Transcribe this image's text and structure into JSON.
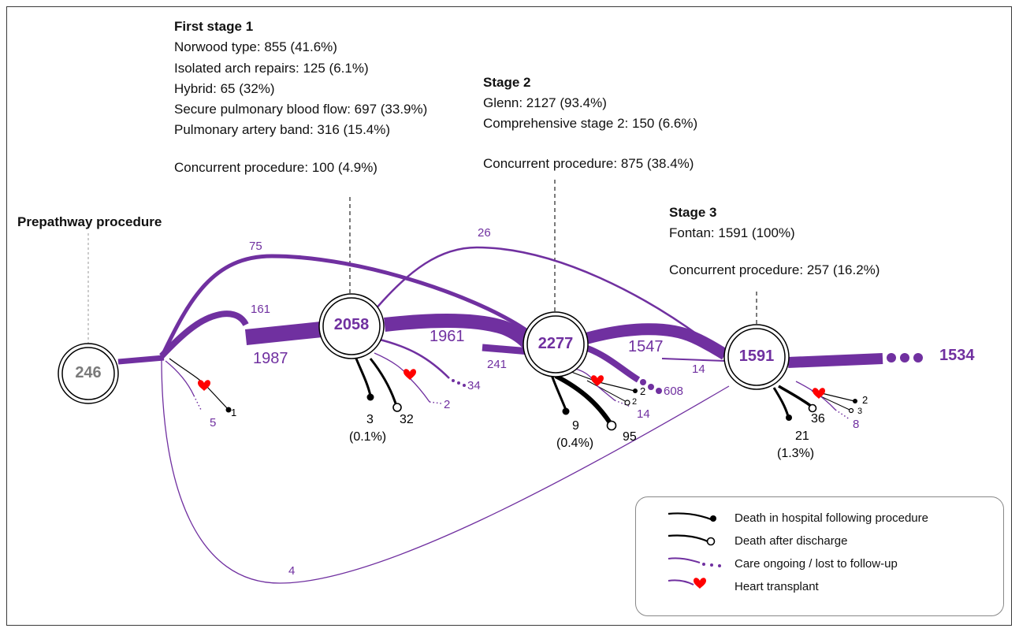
{
  "prepathway": {
    "title": "Prepathway procedure",
    "node_value": "246"
  },
  "stage1": {
    "title": "First stage 1",
    "lines": [
      "Norwood type: 855 (41.6%)",
      "Isolated arch repairs: 125 (6.1%)",
      "Hybrid: 65 (32%)",
      "Secure pulmonary blood flow: 697 (33.9%)",
      "Pulmonary artery band: 316 (15.4%)"
    ],
    "concurrent": "Concurrent procedure: 100 (4.9%)",
    "node_value": "2058"
  },
  "stage2": {
    "title": "Stage 2",
    "lines": [
      "Glenn: 2127 (93.4%)",
      "Comprehensive stage 2: 150 (6.6%)"
    ],
    "concurrent": "Concurrent procedure: 875 (38.4%)",
    "node_value": "2277"
  },
  "stage3": {
    "title": "Stage 3",
    "lines": [
      "Fontan: 1591 (100%)"
    ],
    "concurrent": "Concurrent procedure: 257 (16.2%)",
    "node_value": "1591"
  },
  "flows": {
    "f75": "75",
    "f26": "26",
    "f161": "161",
    "f1987": "1987",
    "f1961": "1961",
    "f241": "241",
    "f1547": "1547",
    "f14": "14",
    "f1534": "1534",
    "f4": "4",
    "f608": "608",
    "f34": "34"
  },
  "outcomes": {
    "pre": {
      "ongoing": "5",
      "death_after": "1"
    },
    "s1": {
      "death_hosp": "3",
      "death_hosp_pct": "(0.1%)",
      "death_after": "32",
      "ongoing": "2"
    },
    "s2": {
      "death_hosp": "9",
      "death_hosp_pct": "(0.4%)",
      "death_after": "95",
      "d2a": "2",
      "d2b": "2",
      "ongoing": "14"
    },
    "s3": {
      "death_hosp": "21",
      "death_hosp_pct": "(1.3%)",
      "death_after": "36",
      "d2": "2",
      "d3": "3",
      "ongoing": "8"
    }
  },
  "legend": {
    "items": [
      "Death in hospital following procedure",
      "Death after discharge",
      "Care ongoing / lost to follow-up",
      "Heart transplant"
    ]
  },
  "colors": {
    "flow": "#7030a0",
    "death": "#000000",
    "heart": "#ff0000",
    "prepathway_text": "#7a7a7a"
  }
}
